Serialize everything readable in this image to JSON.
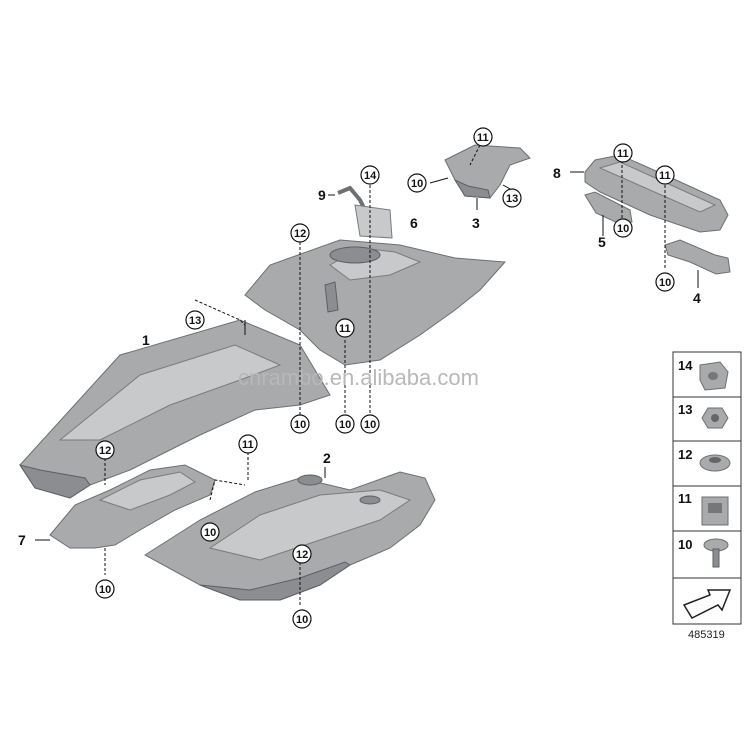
{
  "parts": {
    "p1": "1",
    "p2": "2",
    "p3": "3",
    "p4": "4",
    "p5": "5",
    "p6": "6",
    "p7": "7",
    "p8": "8",
    "p9": "9"
  },
  "callouts": {
    "c10": "10",
    "c11": "11",
    "c12": "12",
    "c13": "13",
    "c14": "14"
  },
  "legend": [
    "14",
    "13",
    "12",
    "11",
    "10"
  ],
  "diagram_number": "485319",
  "watermark": "cnrambo.en.alibaba.com"
}
